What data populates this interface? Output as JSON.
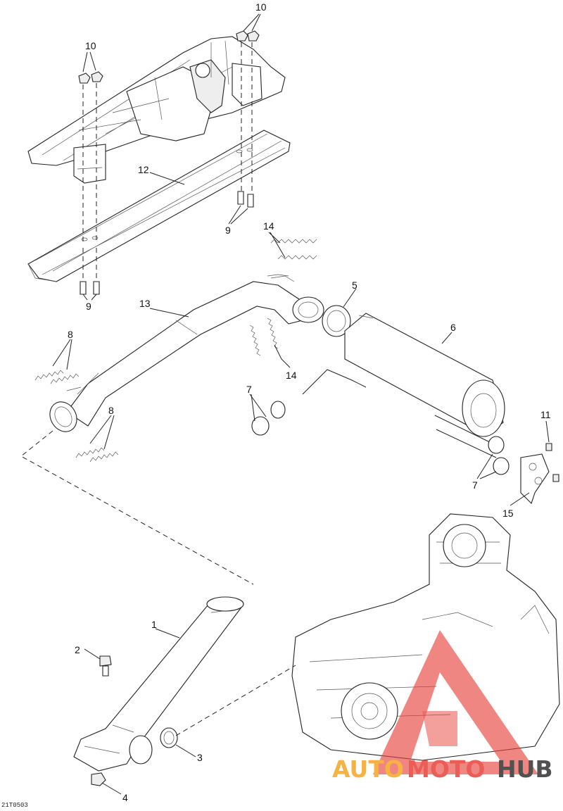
{
  "diagram": {
    "reference_code": "21T0503",
    "callouts": [
      "10",
      "10",
      "12",
      "9",
      "9",
      "14",
      "5",
      "13",
      "6",
      "8",
      "8",
      "7",
      "7",
      "11",
      "15",
      "14",
      "1",
      "2",
      "3",
      "4"
    ]
  },
  "watermark": {
    "brand_left": "AUTO",
    "brand_mid": "MOTO",
    "brand_right": "HUB",
    "colors": {
      "red": "#e8423a",
      "orange": "#f5a623",
      "dark": "#333333"
    }
  }
}
